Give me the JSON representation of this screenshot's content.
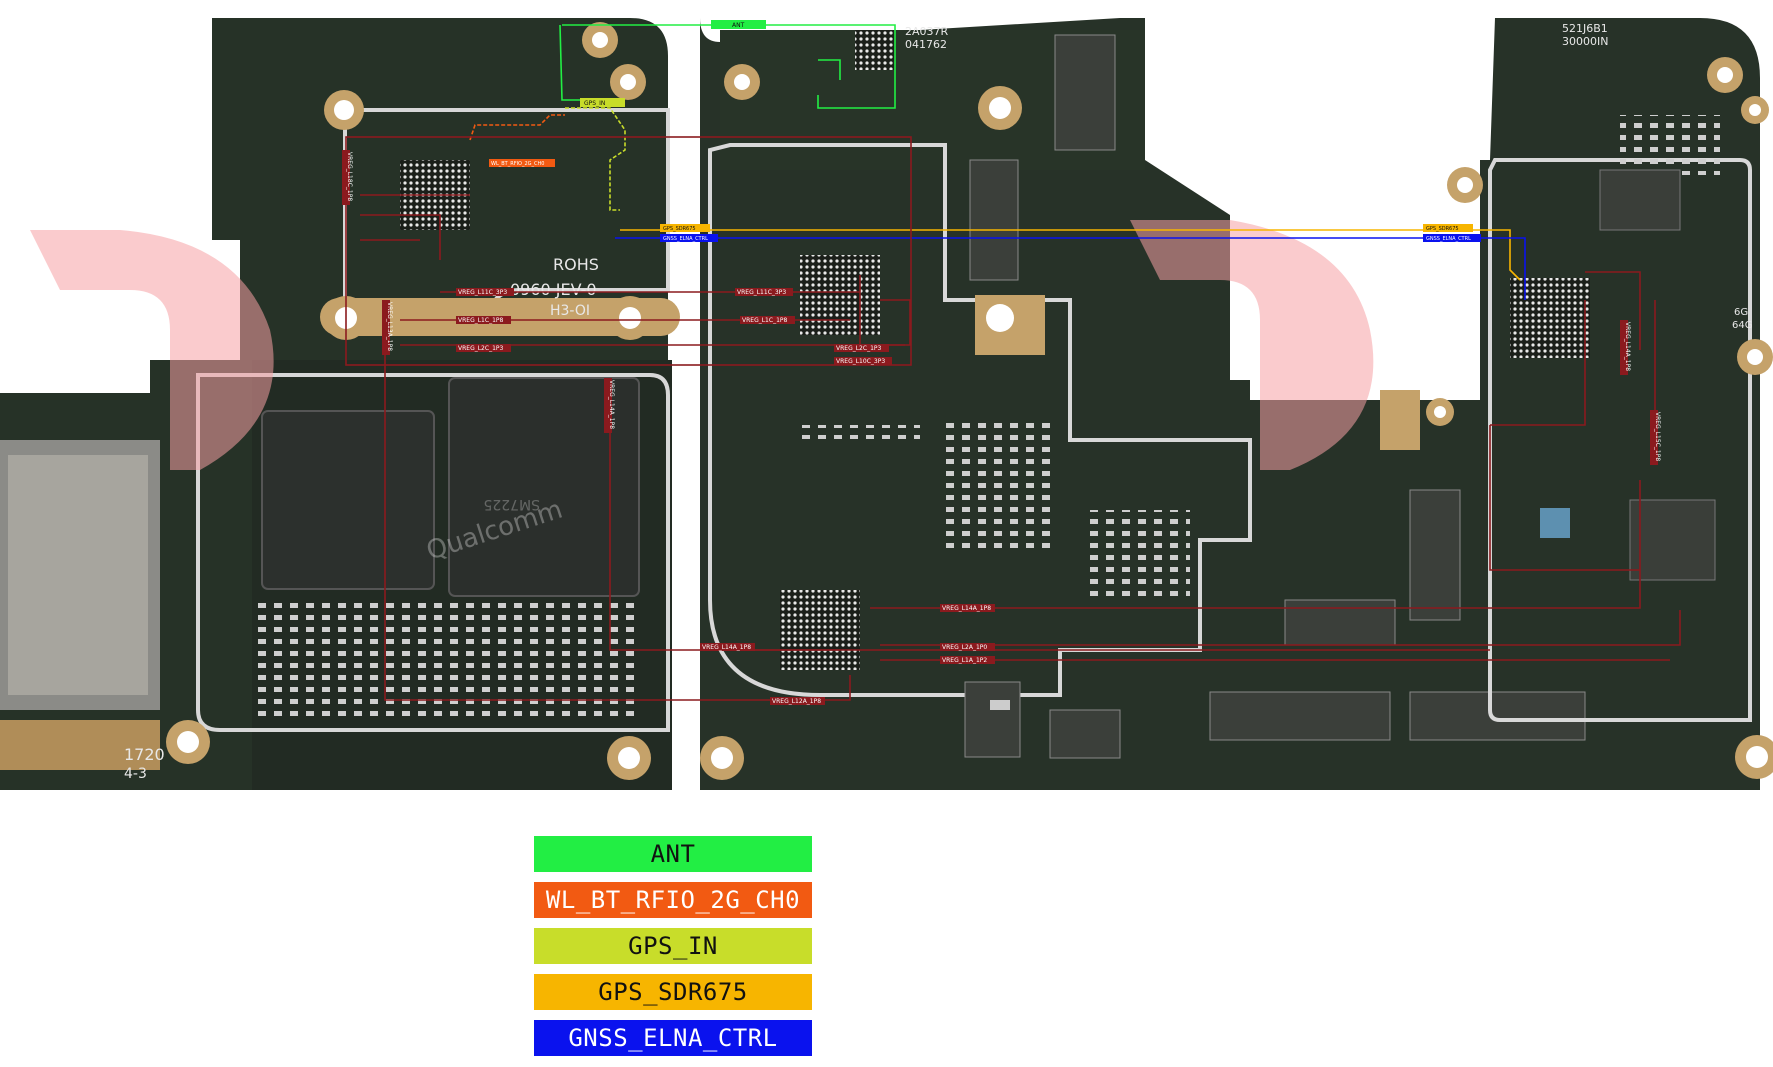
{
  "board": {
    "silkscreen": {
      "top_left_code": "2A037R",
      "top_left_code2": "041762",
      "top_right_code": "521J6B1",
      "top_right_code2": "30000IN",
      "rohs": "ROHS",
      "board_rev": "0960 JEV-0",
      "board_id": "H3-OI",
      "mem_6g": "6G",
      "mem_64g": "64G",
      "bottom_left": "1720",
      "bottom_left2": "4-3",
      "soc_brand": "Qualcomm",
      "chip_marking": "SM7225"
    },
    "net_labels": {
      "ant": "ANT",
      "gps_in": "GPS_IN",
      "wl_bt": "WL_BT_RFIO_2G_CH0",
      "gps_sdr_1": "GPS_SDR675",
      "gnss_ctrl_1": "GNSS_ELNA_CTRL",
      "gps_sdr_2": "GPS_SDR675",
      "gnss_ctrl_2": "GNSS_ELNA_CTRL",
      "vreg_l11c_a": "VREG_L11C_3P3",
      "vreg_l11c_b": "VREG_L11C_3P3",
      "vreg_l1c_a": "VREG_L1C_1P8",
      "vreg_l1c_b": "VREG_L1C_1P8",
      "vreg_l2c_a": "VREG_L2C_1P3",
      "vreg_l2c_b": "VREG_L2C_1P3",
      "vreg_l10c": "VREG_L10C_3P3",
      "vreg_l14a_a": "VREG_L14A_1P8",
      "vreg_l14a_b": "VREG_L14A_1P8",
      "vreg_l14a_c": "VREG_L14A_1P8",
      "vreg_l12a": "VREG_L12A_1P8",
      "vreg_l2a": "VREG_L2A_1P0",
      "vreg_l1a": "VREG_L1A_1P2",
      "vreg_l18c": "VREG_L18C_1P8",
      "vreg_l13a": "VREG_L13A_1P8",
      "vreg_l14a_v": "VREG_L14A_1P8",
      "vreg_l15c": "VREG_L15C_1P8"
    }
  },
  "legend": [
    {
      "label": "ANT",
      "color": "#22ee44",
      "text_color": "#111111"
    },
    {
      "label": "WL_BT_RFIO_2G_CH0",
      "color": "#f25a12",
      "text_color": "#ffffff"
    },
    {
      "label": "GPS_IN",
      "color": "#c8dd2a",
      "text_color": "#111111"
    },
    {
      "label": "GPS_SDR675",
      "color": "#f7b500",
      "text_color": "#111111"
    },
    {
      "label": "GNSS_ELNA_CTRL",
      "color": "#0a12ee",
      "text_color": "#ffffff"
    }
  ]
}
